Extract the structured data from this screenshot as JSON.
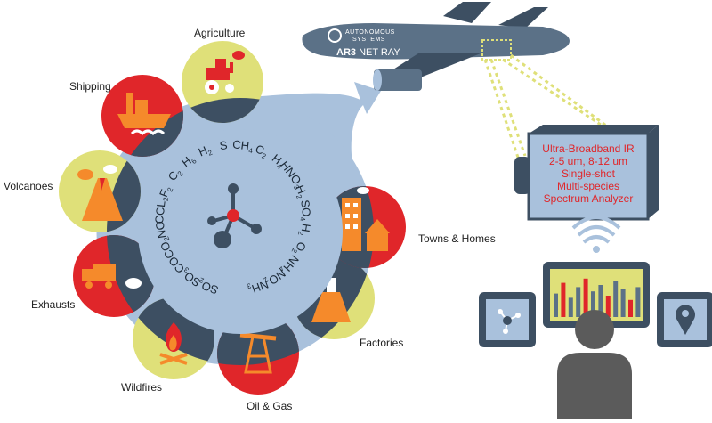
{
  "sources": [
    {
      "label": "Agriculture"
    },
    {
      "label": "Shipping"
    },
    {
      "label": "Volcanoes"
    },
    {
      "label": "Exhausts"
    },
    {
      "label": "Wildfires"
    },
    {
      "label": "Oil & Gas"
    },
    {
      "label": "Factories"
    },
    {
      "label": "Towns & Homes"
    }
  ],
  "molecules": [
    {
      "base": "SO",
      "sub": "2"
    },
    {
      "base": "SO",
      "sub": "3"
    },
    {
      "base": "CO",
      "sub": ""
    },
    {
      "base": "CO",
      "sub": "2"
    },
    {
      "base": "NO",
      "sub": ""
    },
    {
      "base": "CCL",
      "sub": "2"
    },
    {
      "base": "F",
      "sub": "2"
    },
    {
      "base": "C",
      "sub": "2"
    },
    {
      "base": "H",
      "sub": "6"
    },
    {
      "base": "H",
      "sub": "2"
    },
    {
      "base": "S",
      "sub": ""
    },
    {
      "base": "CH",
      "sub": "4"
    },
    {
      "base": "C",
      "sub": "2"
    },
    {
      "base": "H",
      "sub": "4"
    },
    {
      "base": "HNO",
      "sub": "3"
    },
    {
      "base": "H",
      "sub": "2"
    },
    {
      "base": "SO",
      "sub": "4"
    },
    {
      "base": "H",
      "sub": "2"
    },
    {
      "base": "O",
      "sub": "2"
    },
    {
      "base": "NH",
      "sub": "4"
    },
    {
      "base": "NO",
      "sub": "2"
    },
    {
      "base": "NH",
      "sub": "3"
    }
  ],
  "aircraft": {
    "brand_line1": "AUTONOMOUS",
    "brand_line2": "SYSTEMS",
    "model_bold": "AR3",
    "model_rest": " NET RAY"
  },
  "analyzer": {
    "lines": [
      "Ultra-Broadband IR",
      "2-5 um, 8-12 um",
      "Single-shot",
      "Multi-species",
      "Spectrum Analyzer"
    ]
  },
  "colors": {
    "navy": "#3d4f62",
    "light_blue": "#a9c1dc",
    "red": "#e0262a",
    "yellow_green": "#dfe079",
    "orange": "#f58a2b",
    "gray": "#5b5b5b"
  },
  "icons": {
    "agriculture": "tractor-icon",
    "shipping": "ship-icon",
    "volcanoes": "volcano-icon",
    "exhausts": "truck-icon",
    "wildfires": "campfire-icon",
    "oil_gas": "oil-pump-icon",
    "factories": "flask-icon",
    "towns_homes": "buildings-icon",
    "center": "molecule-icon",
    "signal": "wifi-signal-icon",
    "network": "network-icon",
    "map": "map-pin-icon",
    "chart": "bar-chart-icon",
    "operator": "person-icon"
  }
}
